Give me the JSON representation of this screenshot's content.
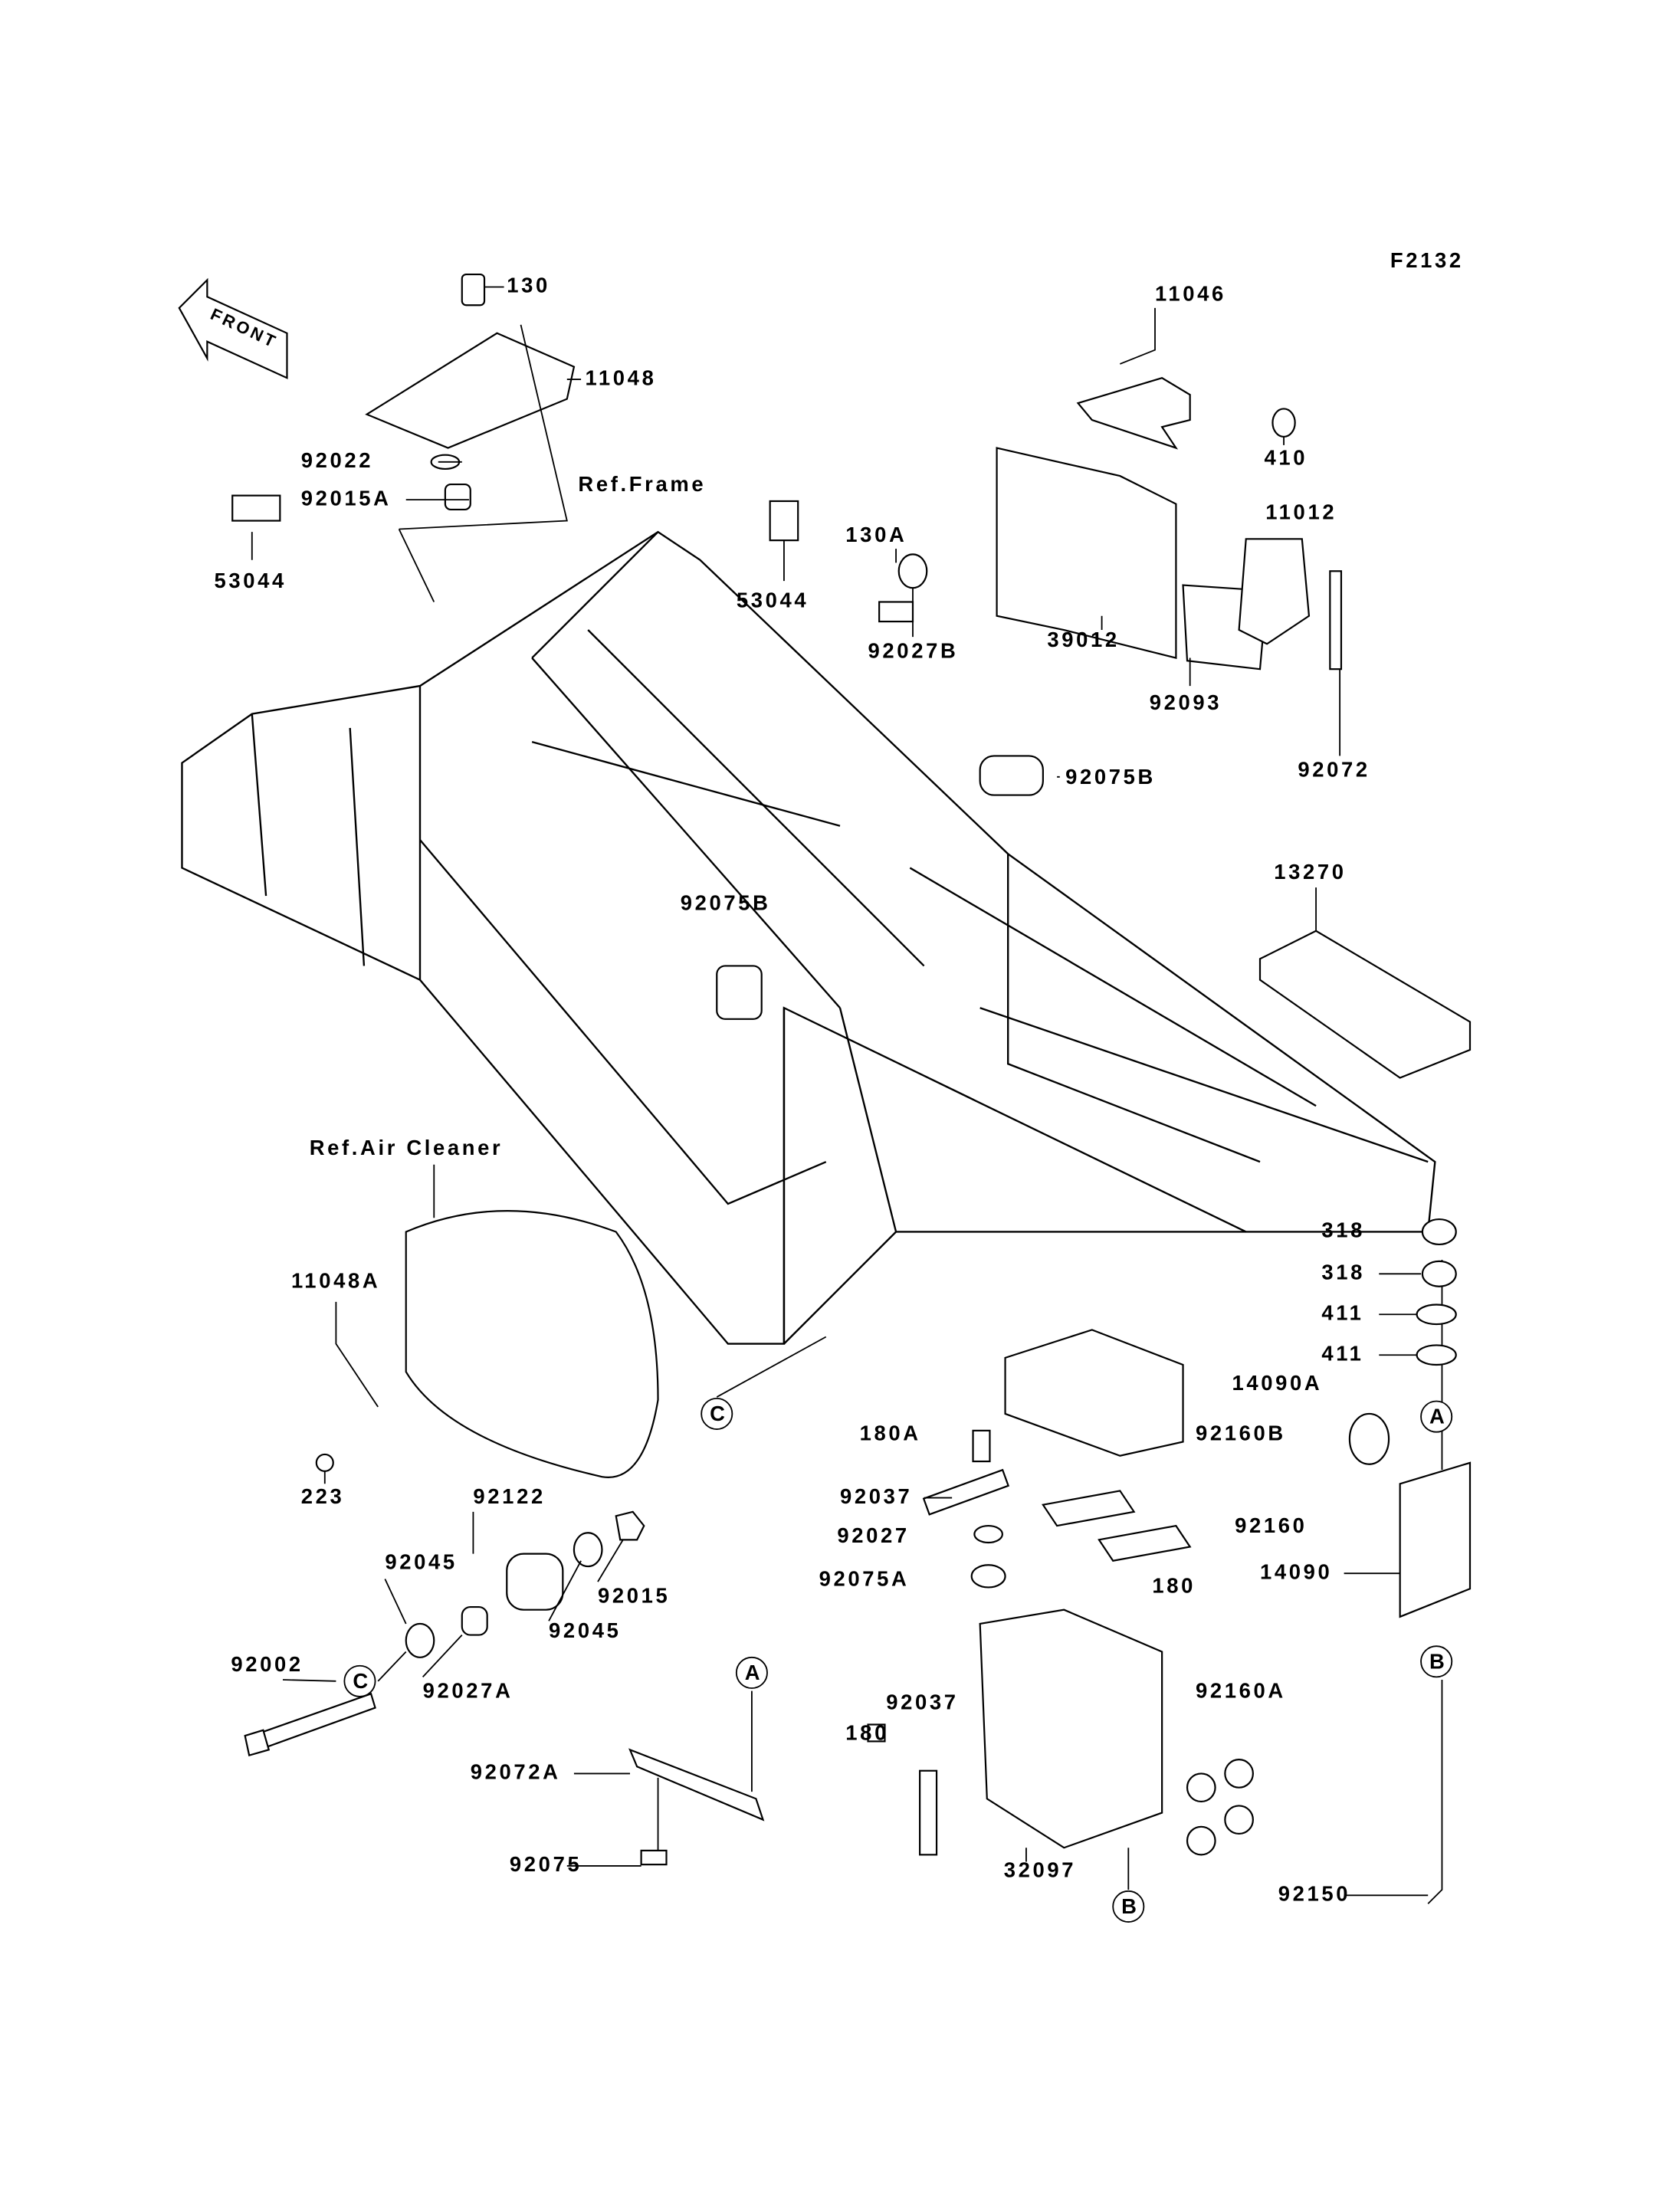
{
  "figure_code": "F2132",
  "front_arrow": "FRONT",
  "references": {
    "frame": "Ref.Frame",
    "air_cleaner": "Ref.Air Cleaner"
  },
  "parts": {
    "p130": "130",
    "p11048": "11048",
    "p92022": "92022",
    "p92015A": "92015A",
    "p53044a": "53044",
    "p53044b": "53044",
    "p130A": "130A",
    "p92027B": "92027B",
    "p11046": "11046",
    "p410": "410",
    "p11012": "11012",
    "p39012": "39012",
    "p92093": "92093",
    "p92072": "92072",
    "p92075Ba": "92075B",
    "p92075Bb": "92075B",
    "p13270": "13270",
    "p11048A": "11048A",
    "p223": "223",
    "p318a": "318",
    "p318b": "318",
    "p411a": "411",
    "p411b": "411",
    "p14090A": "14090A",
    "p180A": "180A",
    "p92160B": "92160B",
    "p92037a": "92037",
    "p92027": "92027",
    "p92160": "92160",
    "p92075A": "92075A",
    "p180a": "180",
    "p14090": "14090",
    "p92122": "92122",
    "p92045a": "92045",
    "p92045b": "92045",
    "p92015": "92015",
    "p92002": "92002",
    "p92027A": "92027A",
    "p92160A": "92160A",
    "p92037b": "92037",
    "p180b": "180",
    "p92072A": "92072A",
    "p92075": "92075",
    "p32097": "32097",
    "p92150": "92150"
  },
  "callouts": {
    "A": "A",
    "B": "B",
    "C": "C"
  }
}
